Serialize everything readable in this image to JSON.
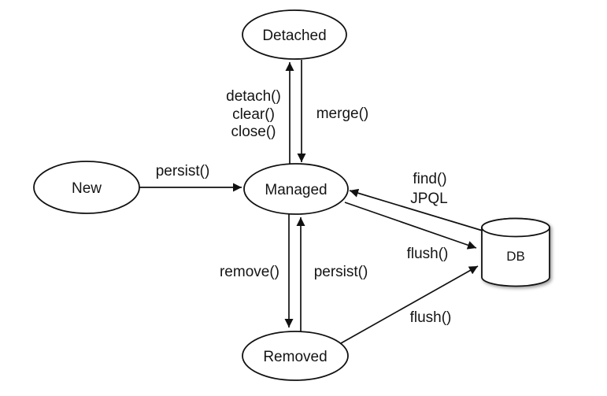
{
  "diagram": {
    "type": "state-diagram",
    "colors": {
      "background": "#ffffff",
      "stroke": "#111111",
      "text": "#141414"
    },
    "nodes": {
      "detached": {
        "label": "Detached"
      },
      "new": {
        "label": "New"
      },
      "managed": {
        "label": "Managed"
      },
      "removed": {
        "label": "Removed"
      },
      "db": {
        "label": "DB"
      }
    },
    "edges": {
      "managed_to_detached": {
        "lines": [
          "detach()",
          "clear()",
          "close()"
        ]
      },
      "detached_to_managed": {
        "label": "merge()"
      },
      "new_to_managed": {
        "label": "persist()"
      },
      "db_to_managed": {
        "lines": [
          "find()",
          "JPQL"
        ]
      },
      "managed_to_db": {
        "label": "flush()"
      },
      "managed_to_removed": {
        "label": "remove()"
      },
      "removed_to_managed": {
        "label": "persist()"
      },
      "removed_to_db": {
        "label": "flush()"
      }
    }
  }
}
